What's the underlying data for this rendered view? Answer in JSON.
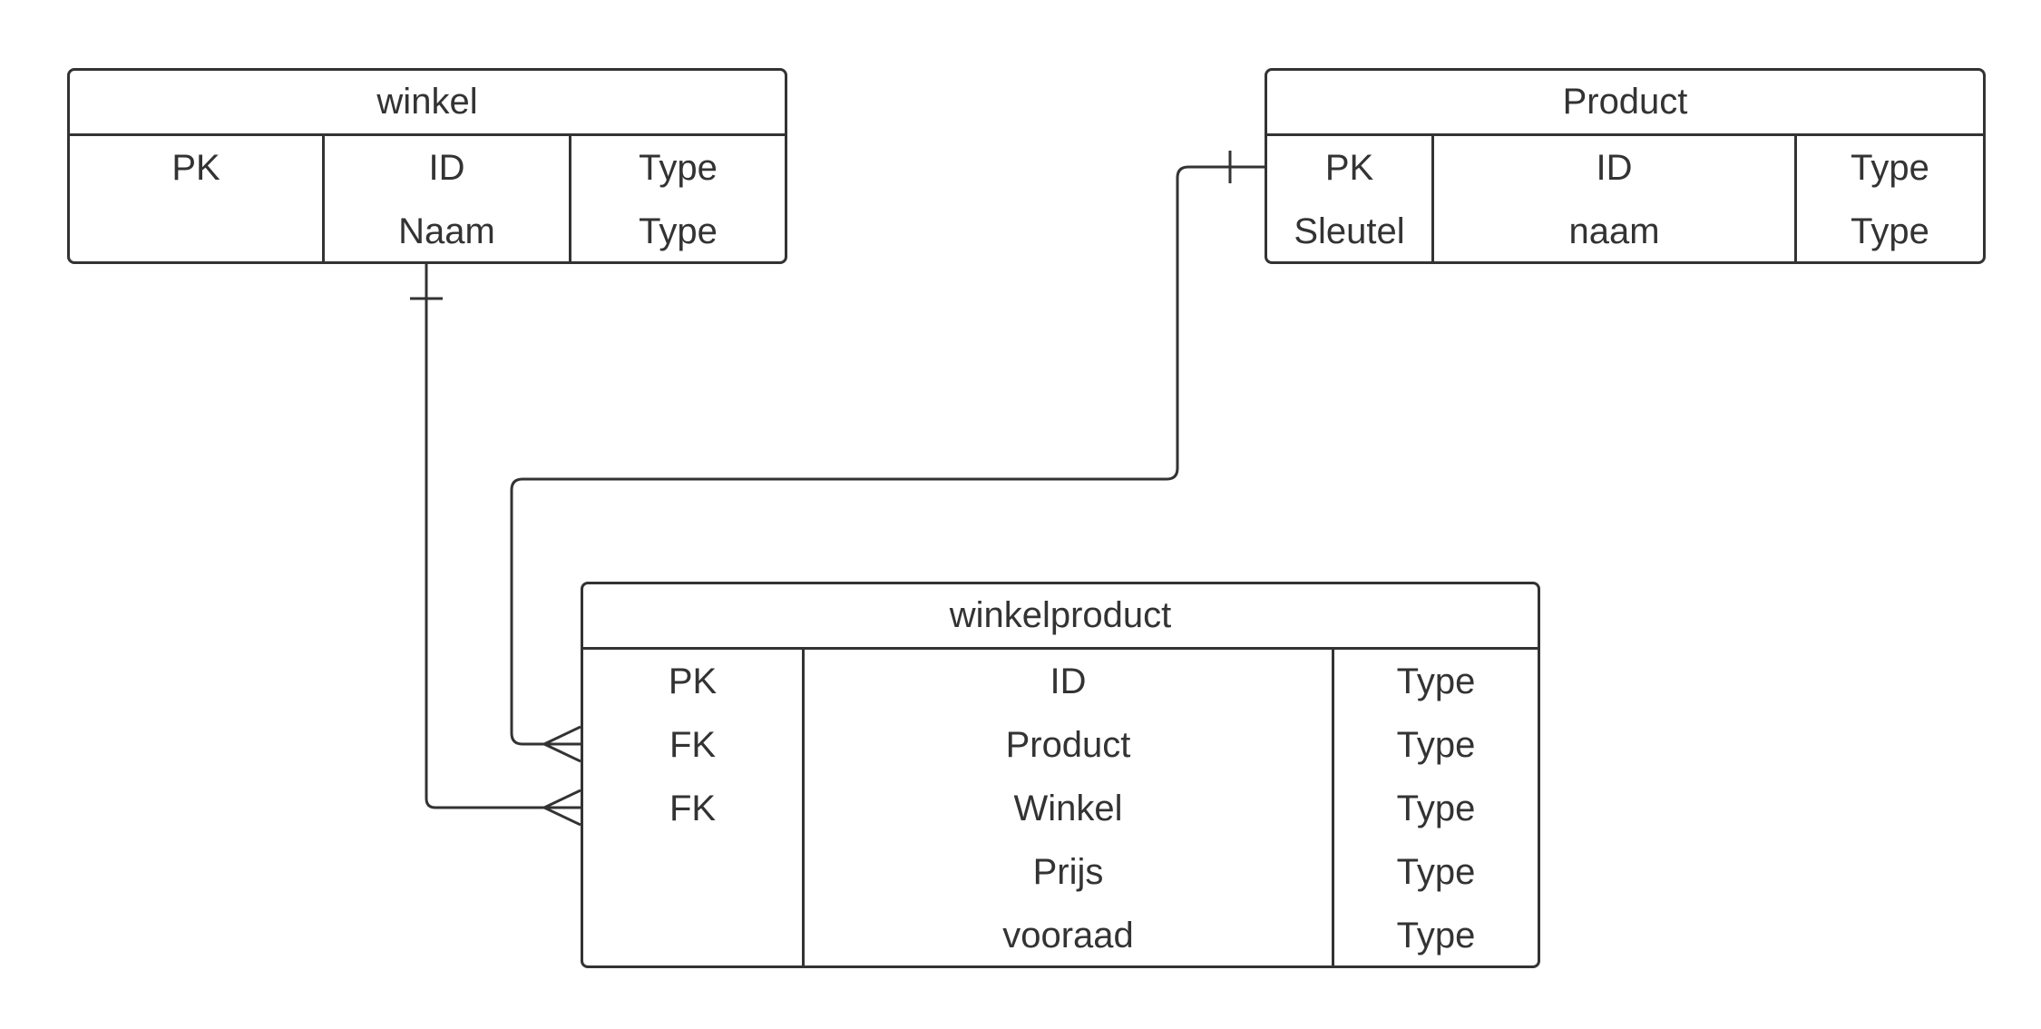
{
  "entities": {
    "winkel": {
      "title": "winkel",
      "rows": [
        [
          "PK",
          "ID",
          "Type"
        ],
        [
          "",
          "Naam",
          "Type"
        ]
      ]
    },
    "product": {
      "title": "Product",
      "rows": [
        [
          "PK",
          "ID",
          "Type"
        ],
        [
          "Sleutel",
          "naam",
          "Type"
        ]
      ]
    },
    "winkelproduct": {
      "title": "winkelproduct",
      "rows": [
        [
          "PK",
          "ID",
          "Type"
        ],
        [
          "FK",
          "Product",
          "Type"
        ],
        [
          "FK",
          "Winkel",
          "Type"
        ],
        [
          "",
          "Prijs",
          "Type"
        ],
        [
          "",
          "vooraad",
          "Type"
        ]
      ]
    }
  },
  "relationships": [
    {
      "from": "winkel",
      "to": "winkelproduct",
      "from_cardinality": "one",
      "to_cardinality": "many"
    },
    {
      "from": "product",
      "to": "winkelproduct",
      "from_cardinality": "one",
      "to_cardinality": "many"
    }
  ]
}
